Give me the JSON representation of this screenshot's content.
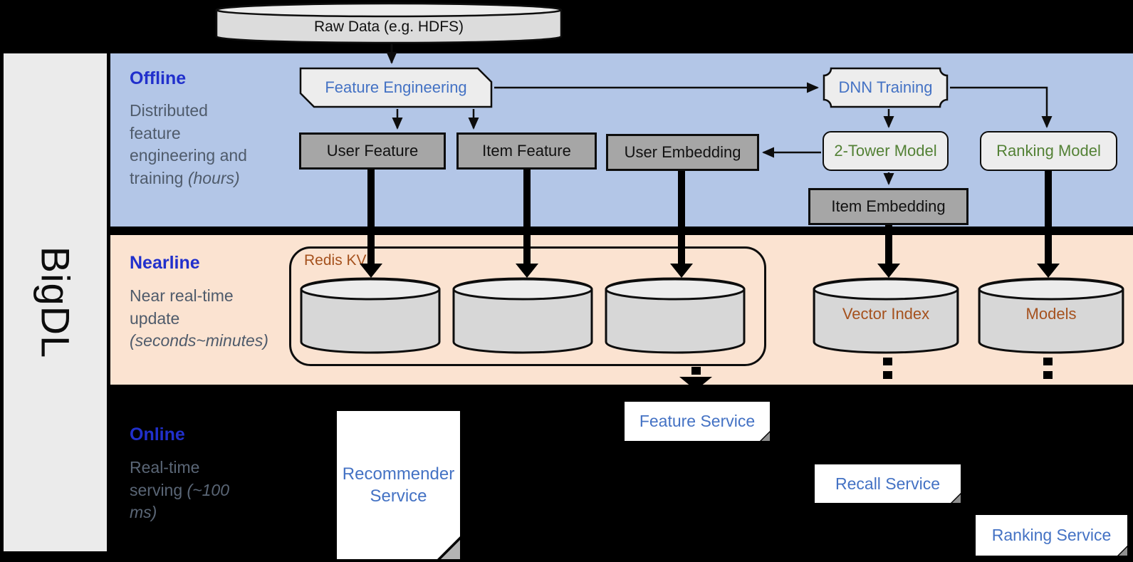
{
  "brand": "BigDL",
  "top": {
    "raw_data": "Raw Data (e.g. HDFS)"
  },
  "sections": {
    "offline": {
      "title": "Offline",
      "desc": "Distributed feature engineering and training",
      "desc_italic": "(hours)"
    },
    "nearline": {
      "title": "Nearline",
      "desc": "Near real-time update",
      "desc_italic": "(seconds~minutes)"
    },
    "online": {
      "title": "Online",
      "desc": "Real-time serving",
      "desc_italic": "(~100 ms)"
    }
  },
  "offline_nodes": {
    "feature_engineering": "Feature Engineering",
    "dnn_training": "DNN Training",
    "user_feature": "User Feature",
    "item_feature": "Item Feature",
    "user_embedding": "User Embedding",
    "two_tower_model": "2-Tower Model",
    "ranking_model": "Ranking Model",
    "item_embedding": "Item Embedding"
  },
  "nearline_nodes": {
    "redis_kv": "Redis KV",
    "vector_index": "Vector Index",
    "models": "Models"
  },
  "online_nodes": {
    "recommender_service": "Recommender Service",
    "feature_service": "Feature Service",
    "recall_service": "Recall Service",
    "ranking_service": "Ranking Service"
  },
  "colors": {
    "offline_band": "#b3c6e7",
    "nearline_band": "#fbe3d1",
    "online_background": "#000000",
    "section_title_blue": "#2130cc",
    "node_text_blue": "#4472c4",
    "node_text_green": "#538135",
    "node_text_brown": "#a5511d",
    "gray_box": "#a6a6a6",
    "light_shape": "#ededed",
    "cylinder_body": "#d7d7d7"
  }
}
